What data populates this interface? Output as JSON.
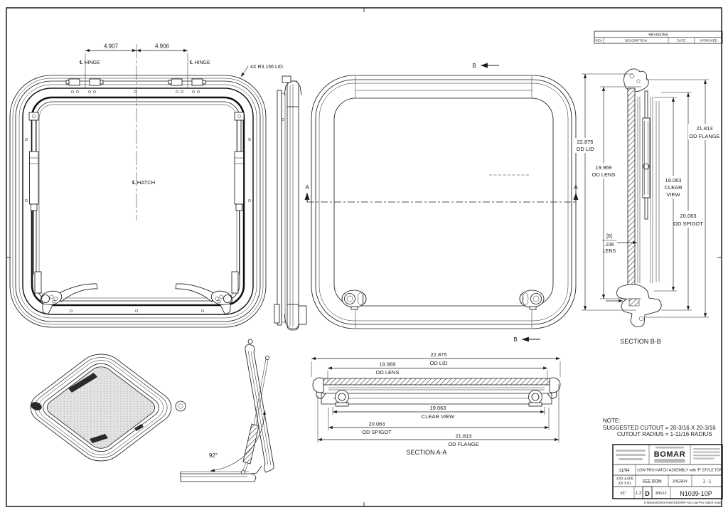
{
  "revisions": {
    "title": "REVISIONS",
    "col_rev": "REV.",
    "col_desc": "DESCRIPTION",
    "col_date": "DATE",
    "col_approved": "APPROVED"
  },
  "markers": {
    "a": "A",
    "b": "B"
  },
  "top_view": {
    "dim_left": "4.907",
    "dim_right": "4.906",
    "hinge_cl_left": "℄ HINGE",
    "hinge_cl_right": "℄ HINGE",
    "lid_radius": "4X R3.156 LID",
    "hatch_cl": "℄ HATCH"
  },
  "section_bb": {
    "title": "SECTION B-B",
    "od_lid_value": "22.875",
    "od_lid_label": "OD LID",
    "od_lens_value": "19.969",
    "od_lens_label": "OD LENS",
    "clear_view_value": "19.063",
    "clear_view_label1": "CLEAR",
    "clear_view_label2": "VIEW",
    "od_spigot_value": "20.063",
    "od_spigot_label": "OD SPIGOT",
    "od_flange_value": "21.813",
    "od_flange_label": "OD FLANGE",
    "lens_qty": "[6]",
    "lens_thickness": ".236",
    "lens_label": "LENS"
  },
  "section_aa": {
    "title": "SECTION A-A",
    "od_lid_value": "22.875",
    "od_lid_label": "OD LID",
    "od_lens_value": "19.969",
    "od_lens_label": "OD LENS",
    "clear_view_value": "19.063",
    "clear_view_label": "CLEAR VIEW",
    "od_spigot_value": "20.063",
    "od_spigot_label": "OD SPIGOT",
    "od_flange_value": "21.813",
    "od_flange_label": "OD FLANGE"
  },
  "open_view": {
    "angle": "92°"
  },
  "note": {
    "heading": "NOTE:",
    "line1": "SUGGESTED CUTOUT = 20-3/16 X 20-3/16",
    "line2": "CUTOUT RADIUS = 1-11/16 RADIUS"
  },
  "title_block": {
    "logo": "BOMAR",
    "drawing_title": "LOW PRO HATCH ASSEMBLY with 'P' STYLE TOP",
    "tol_fraction": "±1/64",
    "tol_dec_xxx": ".XXX ±.005",
    "tol_dec_xx": ".XX ±.01",
    "tol_angle": "±1°",
    "material": "SEE BOM",
    "drawn_by": "JPERRY",
    "sheet": "1 - 1",
    "scale": "1:2",
    "size": "D",
    "date": "8/6/12",
    "drawing_number": "N1039-10P",
    "file_path": "S:\\Bomar\\Deck-Hatch\\1000\\P-Alu Low Pro Hatch Assy"
  }
}
